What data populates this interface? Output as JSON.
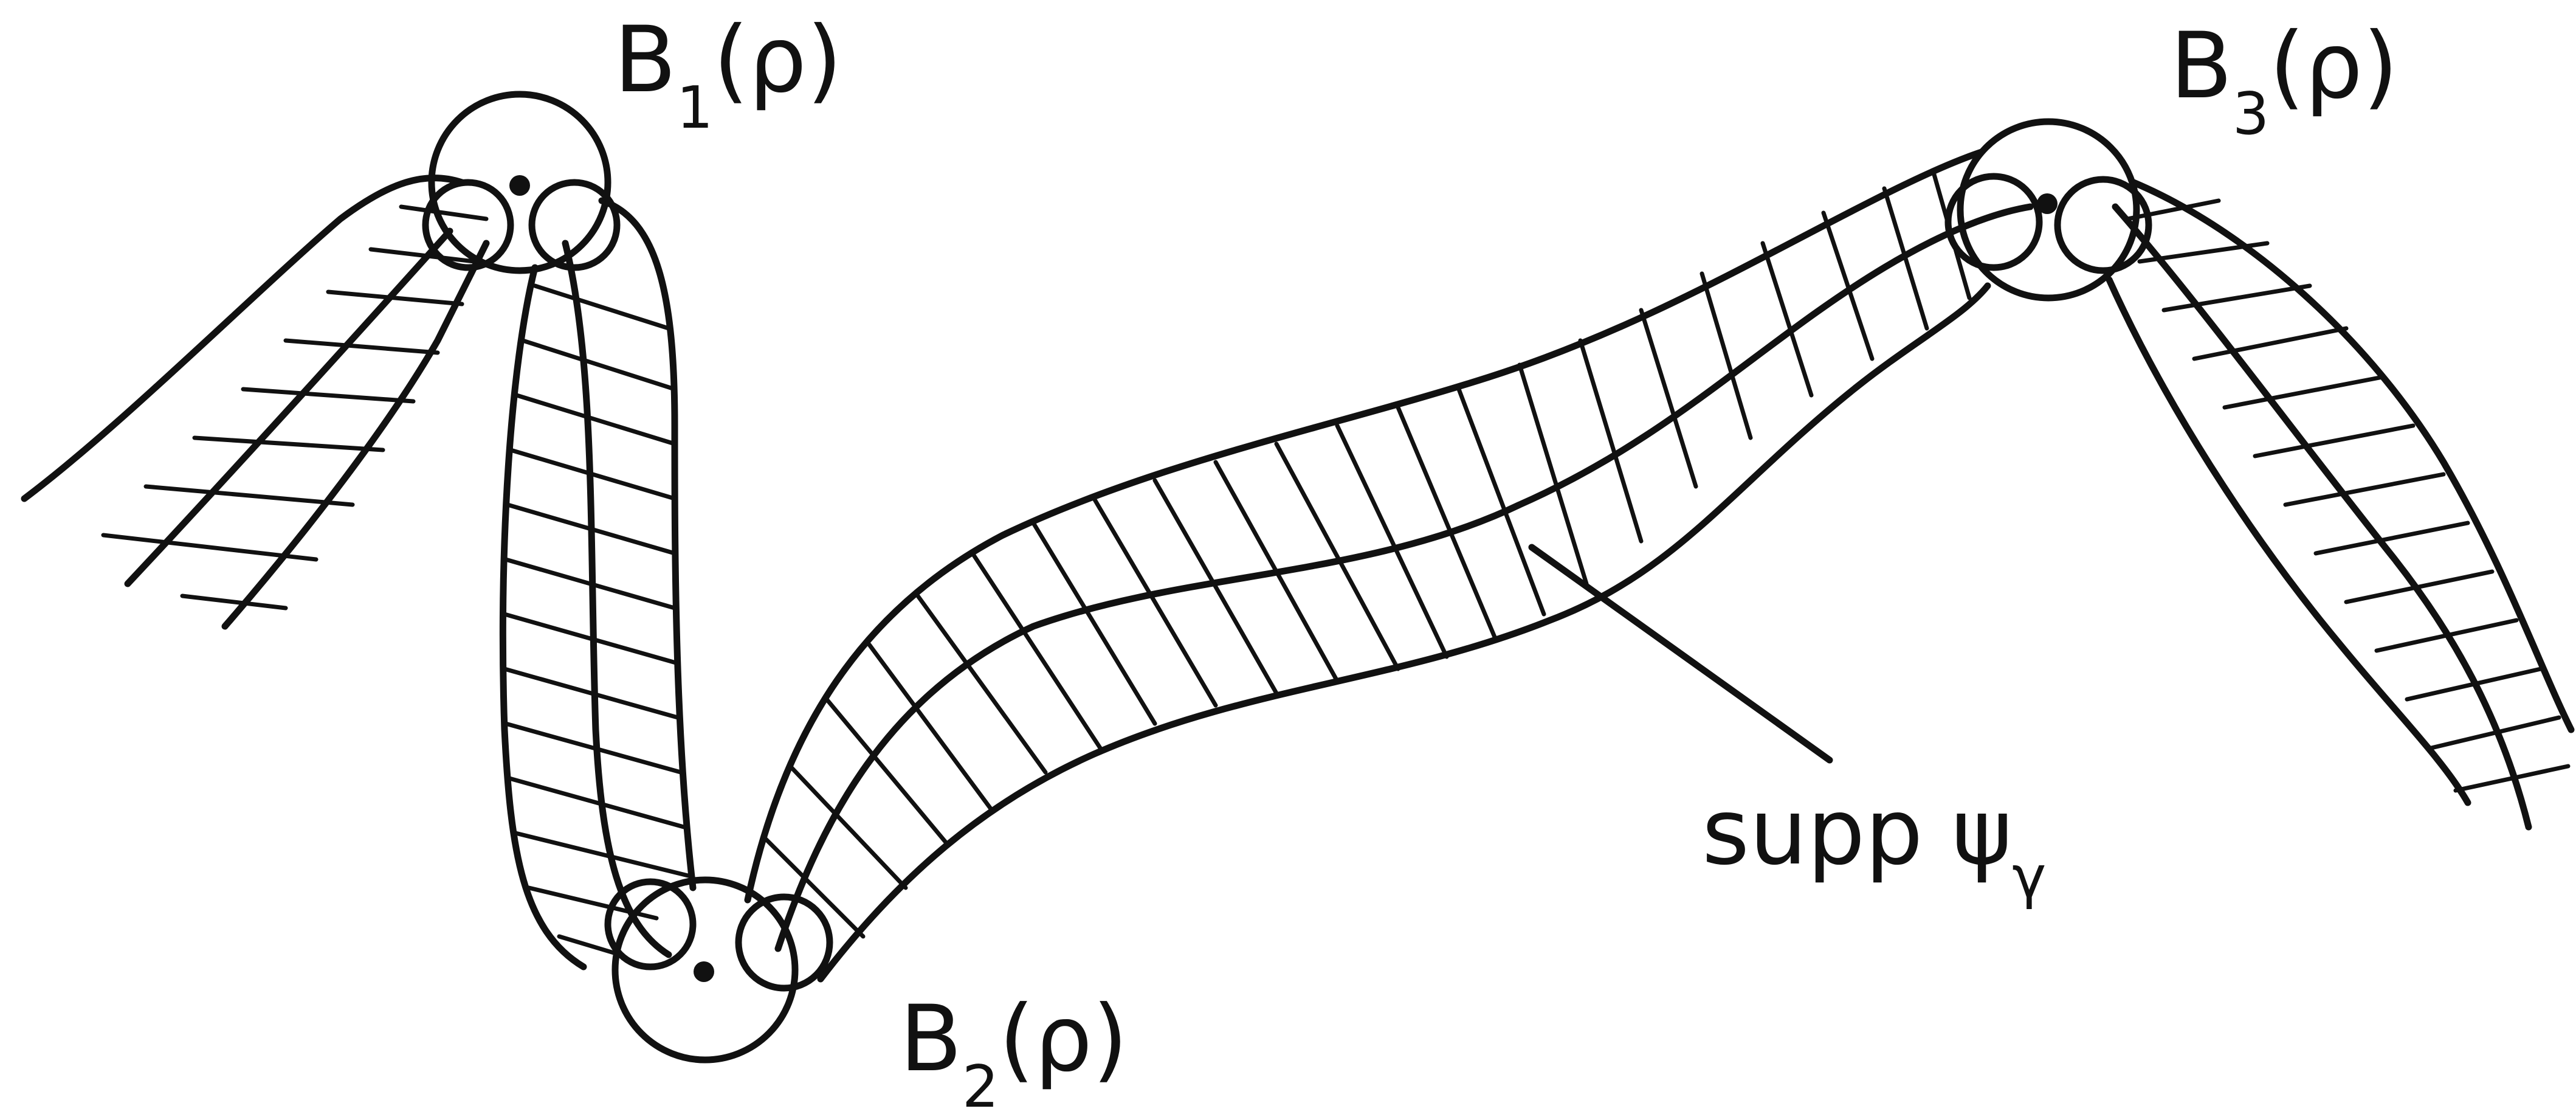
{
  "labels": {
    "ball_1": {
      "letter": "B",
      "subscript": "1",
      "argument": "(ρ)"
    },
    "ball_2": {
      "letter": "B",
      "subscript": "2",
      "argument": "(ρ)"
    },
    "ball_3": {
      "letter": "B",
      "subscript": "3",
      "argument": "(ρ)"
    },
    "support": {
      "text": "supp ψ",
      "subscript": "γ"
    }
  },
  "colors": {
    "ink": "#111111",
    "paper": "#ffffff"
  }
}
